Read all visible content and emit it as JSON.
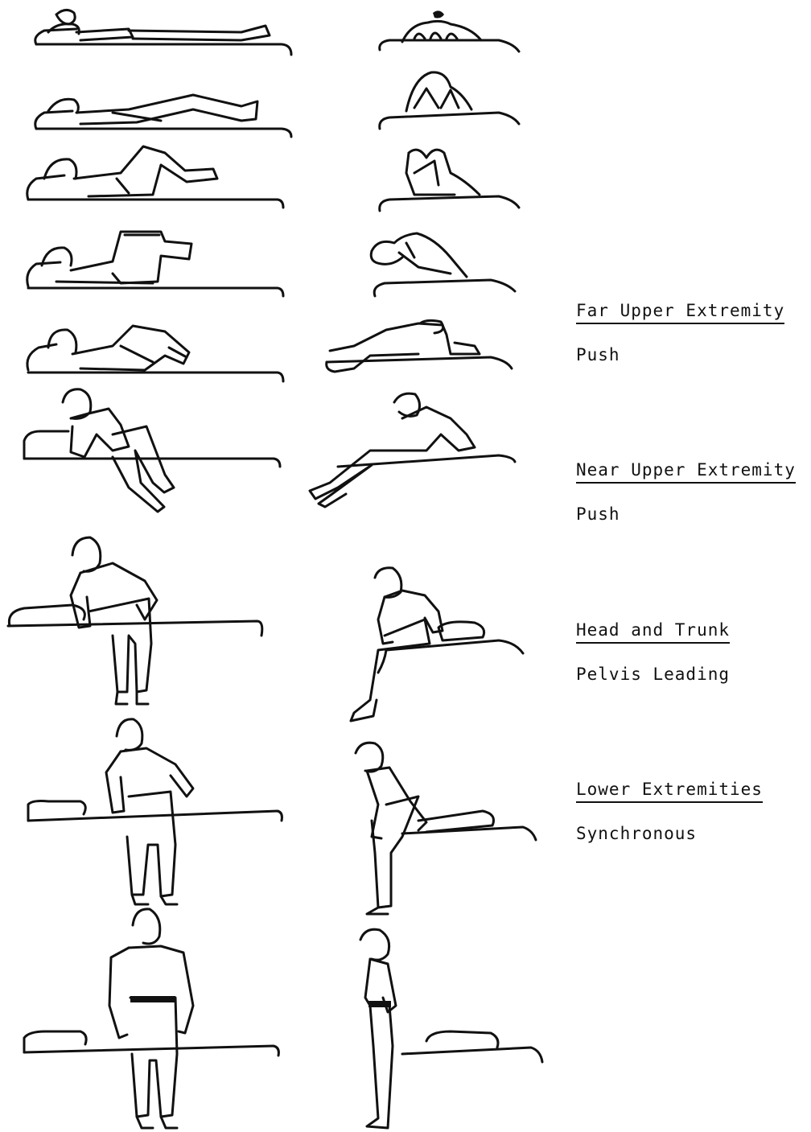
{
  "labels": [
    {
      "heading": "Far Upper Extremity",
      "value": "Push"
    },
    {
      "heading": "Near Upper Extremity",
      "value": "Push"
    },
    {
      "heading": "Head and Trunk",
      "value": "Pelvis Leading"
    },
    {
      "heading": "Lower Extremities",
      "value": "Synchronous"
    }
  ],
  "figures": {
    "left_column_frames": 9,
    "right_column_frames": 9,
    "stages": [
      "supine",
      "knees-flexing",
      "knees-up",
      "hips-raised",
      "side-rolling",
      "sitting-up",
      "sitting-edge",
      "standing-up",
      "standing"
    ]
  }
}
